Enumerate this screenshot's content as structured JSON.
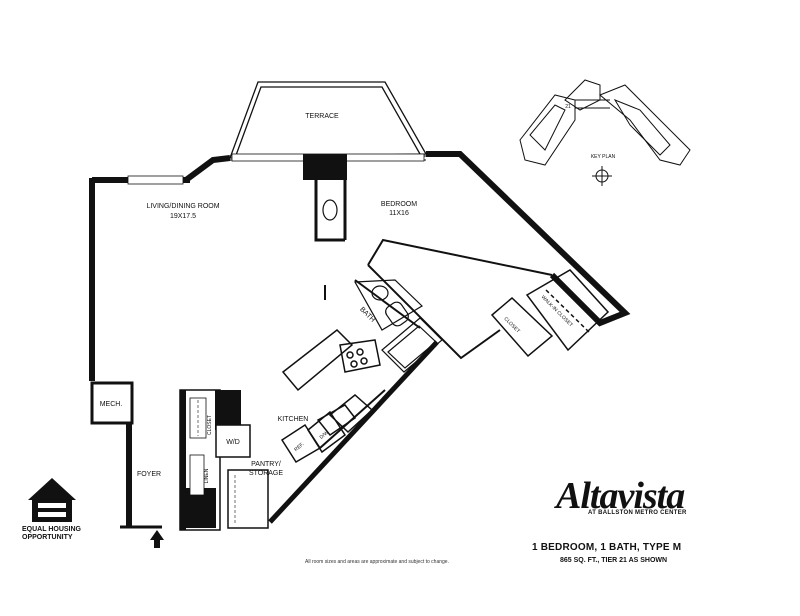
{
  "rooms": {
    "terrace": "TERRACE",
    "living_dining": "LIVING/DINING ROOM",
    "living_dining_size": "19X17.5",
    "bedroom": "BEDROOM",
    "bedroom_size": "11X16",
    "bath": "BATH",
    "kitchen": "KITCHEN",
    "mech": "MECH.",
    "foyer": "FOYER",
    "pantry": "PANTRY/",
    "storage": "STORAGE",
    "closet": "CLOSET",
    "linen": "LINEN",
    "wd": "W/D",
    "ref": "REF.",
    "dw": "D/W",
    "closet_bed": "CLOSET",
    "walk_in_closet": "WALK-IN CLOSET"
  },
  "key_plan": {
    "label": "KEY PLAN",
    "tier": "21"
  },
  "logo": {
    "name": "Altavista",
    "subtitle": "AT BALLSTON METRO CENTER"
  },
  "unit": {
    "type": "1 BEDROOM, 1 BATH, TYPE M",
    "size": "865 SQ. FT., TIER 21 AS SHOWN"
  },
  "disclaimer": "All room sizes and areas are approximate and subject to change.",
  "equal_housing": {
    "line1": "EQUAL HOUSING",
    "line2": "OPPORTUNITY"
  }
}
